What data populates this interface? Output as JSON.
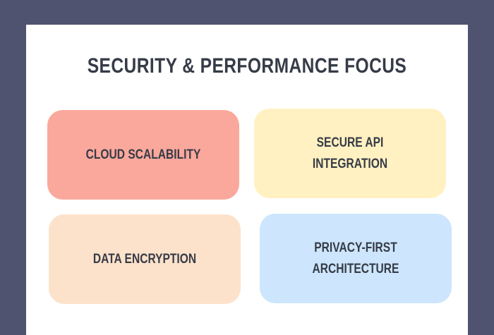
{
  "title": "SECURITY & PERFORMANCE FOCUS",
  "cards": [
    {
      "label": "CLOUD SCALABILITY",
      "color": "#fba89c"
    },
    {
      "label": "SECURE API INTEGRATION",
      "color": "#fff1c1"
    },
    {
      "label": "DATA ENCRYPTION",
      "color": "#fde2cb"
    },
    {
      "label": "PRIVACY-FIRST ARCHITECTURE",
      "color": "#cde6fd"
    }
  ]
}
